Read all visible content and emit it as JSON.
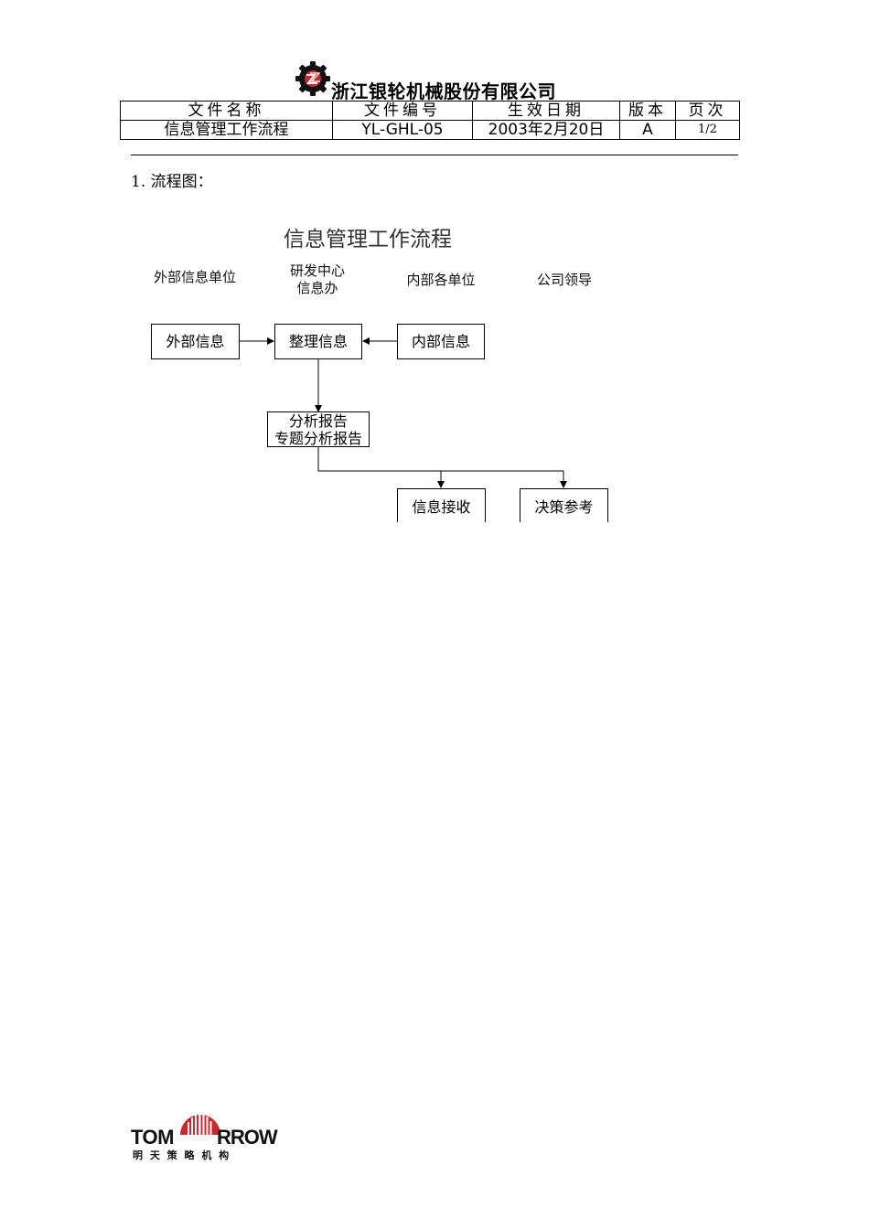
{
  "header": {
    "company_name": "浙江银轮机械股份有限公司",
    "logo_icon": "gear-logo-icon"
  },
  "doc_table": {
    "headers": [
      "文件名称",
      "文件编号",
      "生效日期",
      "版本",
      "页次"
    ],
    "values": [
      "信息管理工作流程",
      "YL-GHL-05",
      "2003年2月20日",
      "A",
      "1/2"
    ]
  },
  "section": {
    "heading": "1.  流程图："
  },
  "flowchart": {
    "title": "信息管理工作流程",
    "lanes": [
      "外部信息单位",
      "研发中心\n信息办",
      "内部各单位",
      "公司领导"
    ],
    "nodes": {
      "external_info": "外部信息",
      "organize_info": "整理信息",
      "internal_info": "内部信息",
      "report_line1": "分析报告",
      "report_line2": "专题分析报告",
      "info_receive": "信息接收",
      "decision_ref": "决策参考"
    }
  },
  "footer": {
    "logo_text_left": "TOM",
    "logo_text_right": "RROW",
    "logo_subtitle": "明 天 策 略 机 构",
    "brand_color": "#d0262d"
  }
}
